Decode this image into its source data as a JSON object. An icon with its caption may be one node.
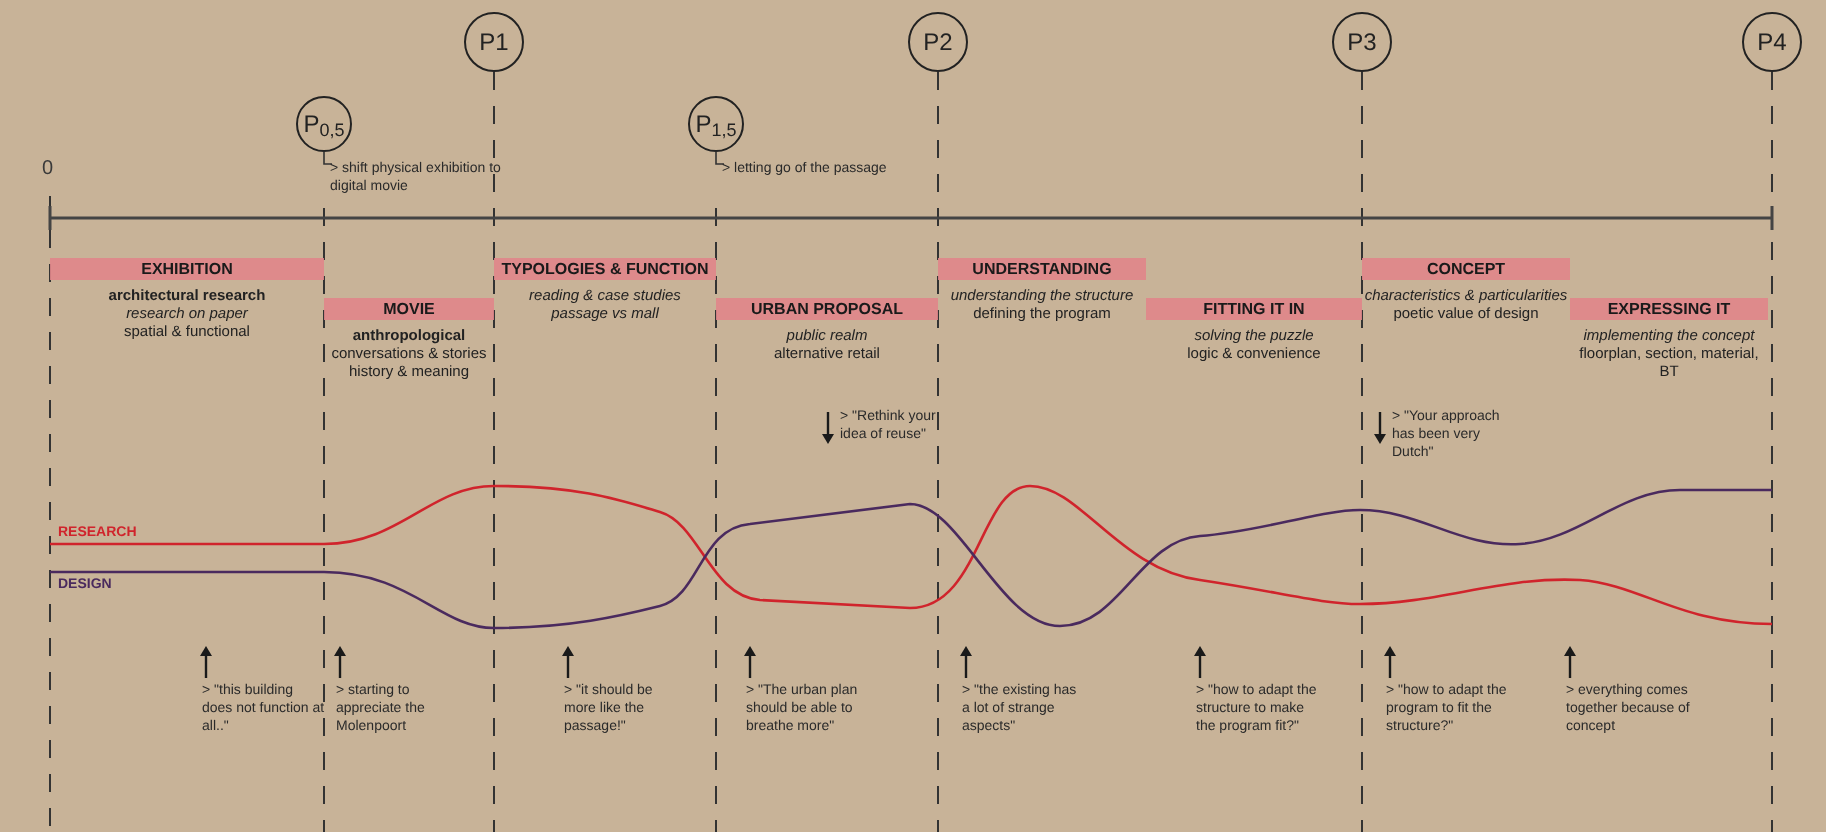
{
  "diagram": {
    "nodes": [
      {
        "text": [
          "P$_{0,5}$"
        ],
        "beside": [
          "> shift physical exhibition to digital movie"
        ]
      },
      {
        "text": [
          "P1"
        ]
      },
      {
        "text": [
          "P$_{1,5}$"
        ],
        "beside": [
          "> letting go of the passage"
        ]
      },
      {
        "text": [
          "P2"
        ]
      },
      {
        "text": [
          "P3"
        ]
      },
      {
        "text": [
          "P4"
        ]
      },
      {
        "text": [
          "EXHIBITION",
          "**architectural research** *research on paper* spatial & functional"
        ]
      },
      {
        "text": [
          "MOVIE",
          "**anthropological** conversations & stories history & meaning"
        ]
      },
      {
        "text": [
          "TYPOLOGIES & FUNCTION",
          "*reading & case studies passage vs mall*"
        ]
      },
      {
        "text": [
          "URBAN PROPOSAL",
          "*public realm* alternative retail"
        ]
      },
      {
        "text": [
          "UNDERSTANDING",
          "*understanding the structure* defining the program"
        ]
      },
      {
        "text": [
          "FITTING IT IN",
          "*solving the puzzle* logic & convenience"
        ]
      },
      {
        "text": [
          "CONCEPT",
          "*characteristics & particularities* poetic value of design"
        ]
      },
      {
        "text": [
          "EXPRESSING IT",
          "*implementing the concept* floorplan, section, material, BT"
        ]
      }
    ],
    "labels": [
      "0",
      "> \"Rethink your idea of reuse\"",
      "> \"Your approach has been very Dutch\"",
      "RESEARCH",
      "DESIGN",
      "> \"this building does not function at all..\"",
      "> starting to appreciate the Molenpoort",
      "> \"it should be more like the passage!\"",
      "> \"The urban plan should be able to breathe more\"",
      "> \"the existing has a lot of strange aspects\"",
      "> \"how to adapt the structure to make the program fit?\"",
      "> \"how to adapt the program to fit the structure?\"",
      "> everything comes together because of concept"
    ]
  }
}
